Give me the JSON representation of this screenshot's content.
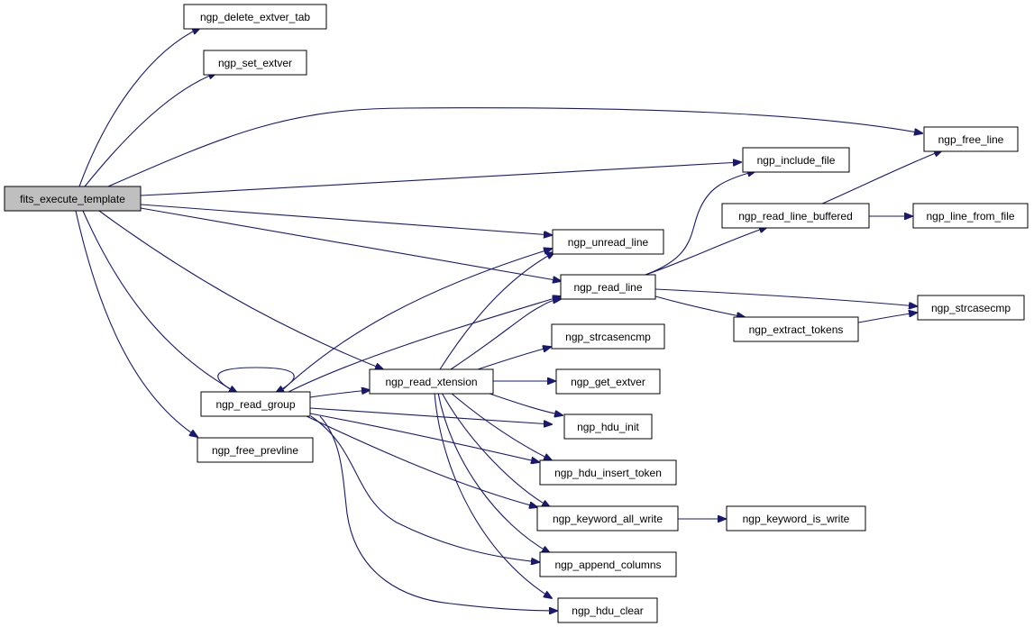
{
  "colors": {
    "edge": "#191970",
    "node_border": "#000000",
    "root_fill": "#bfbfbf",
    "node_fill": "#ffffff"
  },
  "nodes": {
    "fits_execute_template": "fits_execute_template",
    "ngp_delete_extver_tab": "ngp_delete_extver_tab",
    "ngp_set_extver": "ngp_set_extver",
    "ngp_free_line": "ngp_free_line",
    "ngp_include_file": "ngp_include_file",
    "ngp_read_line_buffered": "ngp_read_line_buffered",
    "ngp_line_from_file": "ngp_line_from_file",
    "ngp_unread_line": "ngp_unread_line",
    "ngp_read_line": "ngp_read_line",
    "ngp_strcasecmp": "ngp_strcasecmp",
    "ngp_extract_tokens": "ngp_extract_tokens",
    "ngp_strcasencmp": "ngp_strcasencmp",
    "ngp_read_xtension": "ngp_read_xtension",
    "ngp_get_extver": "ngp_get_extver",
    "ngp_read_group": "ngp_read_group",
    "ngp_hdu_init": "ngp_hdu_init",
    "ngp_free_prevline": "ngp_free_prevline",
    "ngp_hdu_insert_token": "ngp_hdu_insert_token",
    "ngp_keyword_all_write": "ngp_keyword_all_write",
    "ngp_keyword_is_write": "ngp_keyword_is_write",
    "ngp_append_columns": "ngp_append_columns",
    "ngp_hdu_clear": "ngp_hdu_clear"
  }
}
